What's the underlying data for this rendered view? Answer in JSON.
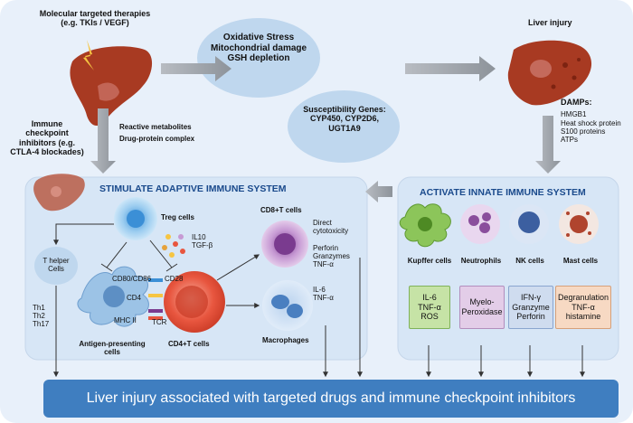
{
  "top": {
    "therapies": "Molecular targeted therapies",
    "therapies_sub": "(e.g. TKIs / VEGF)",
    "stress_line1": "Oxidative Stress",
    "stress_line2": "Mitochondrial damage",
    "stress_line3": "GSH depletion",
    "genes_title": "Susceptibility Genes:",
    "genes_line1": "CYP450, CYP2D6,",
    "genes_line2": "UGT1A9",
    "liver_injury": "Liver injury",
    "reactive": "Reactive metabolites",
    "complex": "Drug-protein complex",
    "ici_line1": "Immune",
    "ici_line2": "checkpoint",
    "ici_line3": "inhibitors (e.g.",
    "ici_line4": "CTLA-4 blockades)",
    "damps_title": "DAMPs:",
    "damps": [
      "HMGB1",
      "Heat shock protein",
      "S100 proteins",
      "ATPs"
    ]
  },
  "adaptive": {
    "title": "STIMULATE ADAPTIVE IMMUNE SYSTEM",
    "treg": "Treg cells",
    "il10": "IL10",
    "tgf": "TGF-β",
    "th_line1": "T helper",
    "th_line2": "Cells",
    "th_subsets": [
      "Th1",
      "Th2",
      "Th17"
    ],
    "cd80": "CD80/CD86",
    "cd28": "CD28",
    "cd4": "CD4",
    "mhc": "MHC II",
    "tcr": "TCR",
    "apc_line1": "Antigen-presenting",
    "apc_line2": "cells",
    "cd4t": "CD4+T cells",
    "cd8t": "CD8+T cells",
    "direct_line1": "Direct",
    "direct_line2": "cytotoxicity",
    "cd8_effectors": [
      "Perforin",
      "Granzymes",
      "TNF-α"
    ],
    "macro_cytokines": [
      "IL-6",
      "TNF-α"
    ],
    "macrophages": "Macrophages"
  },
  "innate": {
    "title": "ACTIVATE INNATE IMMUNE SYSTEM",
    "cells": [
      {
        "name": "Kupffer cells",
        "products": [
          "IL-6",
          "TNF-α",
          "ROS"
        ]
      },
      {
        "name": "Neutrophils",
        "products": [
          "Myelo-",
          "Peroxidase"
        ]
      },
      {
        "name": "NK cells",
        "products": [
          "IFN-γ",
          "Granzyme",
          "Perforin"
        ]
      },
      {
        "name": "Mast cells",
        "products": [
          "Degranulation",
          "TNF-α",
          "histamine"
        ]
      }
    ]
  },
  "bottom": {
    "banner": "Liver injury associated with targeted drugs and immune checkpoint inhibitors"
  },
  "colors": {
    "background_panel": "#e8f0fa",
    "adaptive_panel": "#d7e6f6",
    "innate_panel": "#d7e6f6",
    "banner": "#3f7ec0",
    "liver": "#a83a22",
    "arrow": "#9aa0a6"
  }
}
